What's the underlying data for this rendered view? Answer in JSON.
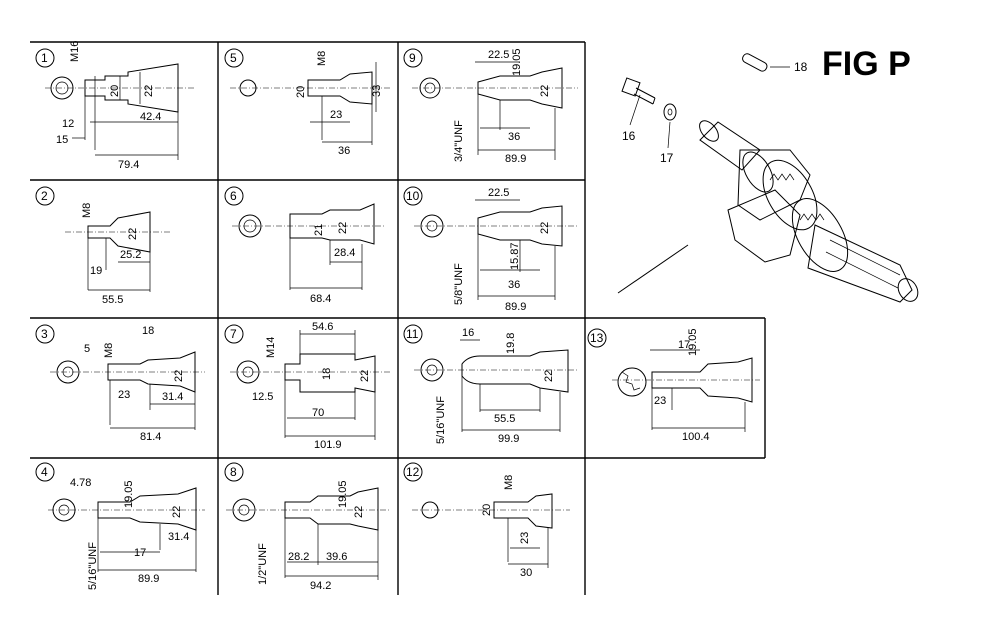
{
  "title": "FIG P",
  "parts": {
    "p16": "16",
    "p17": "17",
    "p18": "18"
  },
  "panels": [
    {
      "id": "1",
      "labels": [
        "M16",
        "20",
        "22",
        "12",
        "42.4",
        "15",
        "79.4"
      ]
    },
    {
      "id": "2",
      "labels": [
        "M8",
        "22",
        "19",
        "25.2",
        "55.5"
      ]
    },
    {
      "id": "3",
      "labels": [
        "5",
        "M8",
        "18",
        "22",
        "23",
        "31.4",
        "81.4"
      ]
    },
    {
      "id": "4",
      "labels": [
        "4.78",
        "19.05",
        "22",
        "5/16\"UNF",
        "17",
        "31.4",
        "89.9"
      ]
    },
    {
      "id": "5",
      "labels": [
        "M8",
        "20",
        "33",
        "23",
        "36"
      ]
    },
    {
      "id": "6",
      "labels": [
        "21",
        "22",
        "28.4",
        "68.4"
      ]
    },
    {
      "id": "7",
      "labels": [
        "M14",
        "54.6",
        "18",
        "22",
        "12.5",
        "70",
        "101.9"
      ]
    },
    {
      "id": "8",
      "labels": [
        "19.05",
        "22",
        "1/2\"UNF",
        "28.2",
        "39.6",
        "94.2"
      ]
    },
    {
      "id": "9",
      "labels": [
        "22.5",
        "19.05",
        "22",
        "3/4\"UNF",
        "36",
        "89.9"
      ]
    },
    {
      "id": "10",
      "labels": [
        "22.5",
        "22",
        "5/8\"UNF",
        "15.87",
        "36",
        "89.9"
      ]
    },
    {
      "id": "11",
      "labels": [
        "16",
        "19.8",
        "22",
        "5/16\"UNF",
        "55.5",
        "99.9"
      ]
    },
    {
      "id": "12",
      "labels": [
        "M8",
        "20",
        "23",
        "30"
      ]
    },
    {
      "id": "13",
      "labels": [
        "17",
        "19.05",
        "23",
        "100.4"
      ]
    }
  ]
}
